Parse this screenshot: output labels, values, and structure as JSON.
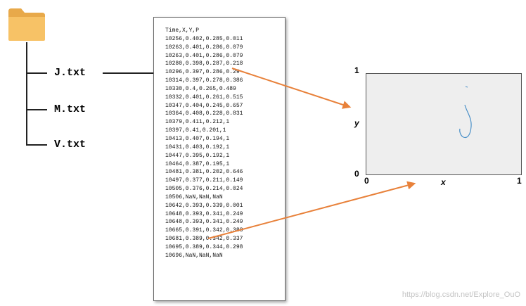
{
  "tree": {
    "files": [
      "J.txt",
      "M.txt",
      "V.txt"
    ]
  },
  "csv": {
    "lines": [
      "Time,X,Y,P",
      "10256,0.402,0.285,0.011",
      "10263,0.401,0.286,0.079",
      "10263,0.401,0.286,0.079",
      "10280,0.398,0.287,0.218",
      "10296,0.397,0.286,0.29",
      "10314,0.397,0.278,0.386",
      "10330,0.4,0.265,0.489",
      "10332,0.401,0.261,0.515",
      "10347,0.404,0.245,0.657",
      "10364,0.408,0.228,0.831",
      "10379,0.411,0.212,1",
      "10397,0.41,0.201,1",
      "10413,0.407,0.194,1",
      "10431,0.403,0.192,1",
      "10447,0.395,0.192,1",
      "10464,0.387,0.195,1",
      "10481,0.381,0.202,0.646",
      "10497,0.377,0.211,0.149",
      "10505,0.376,0.214,0.024",
      "10506,NaN,NaN,NaN",
      "10642,0.393,0.339,0.001",
      "10648,0.393,0.341,0.249",
      "10648,0.393,0.341,0.249",
      "10665,0.391,0.342,0.388",
      "10681,0.389,0.342,0.337",
      "10695,0.389,0.344,0.298",
      "10696,NaN,NaN,NaN"
    ]
  },
  "plot": {
    "x_label": "x",
    "y_label": "y",
    "x_min_tick": "0",
    "x_max_tick": "1",
    "y_min_tick": "0",
    "y_max_tick": "1",
    "stroke_color": "#4a90c8",
    "arrow_color": "#e8813a",
    "background": "#eeeeee"
  },
  "watermark": "https://blog.csdn.net/Explore_OuO"
}
